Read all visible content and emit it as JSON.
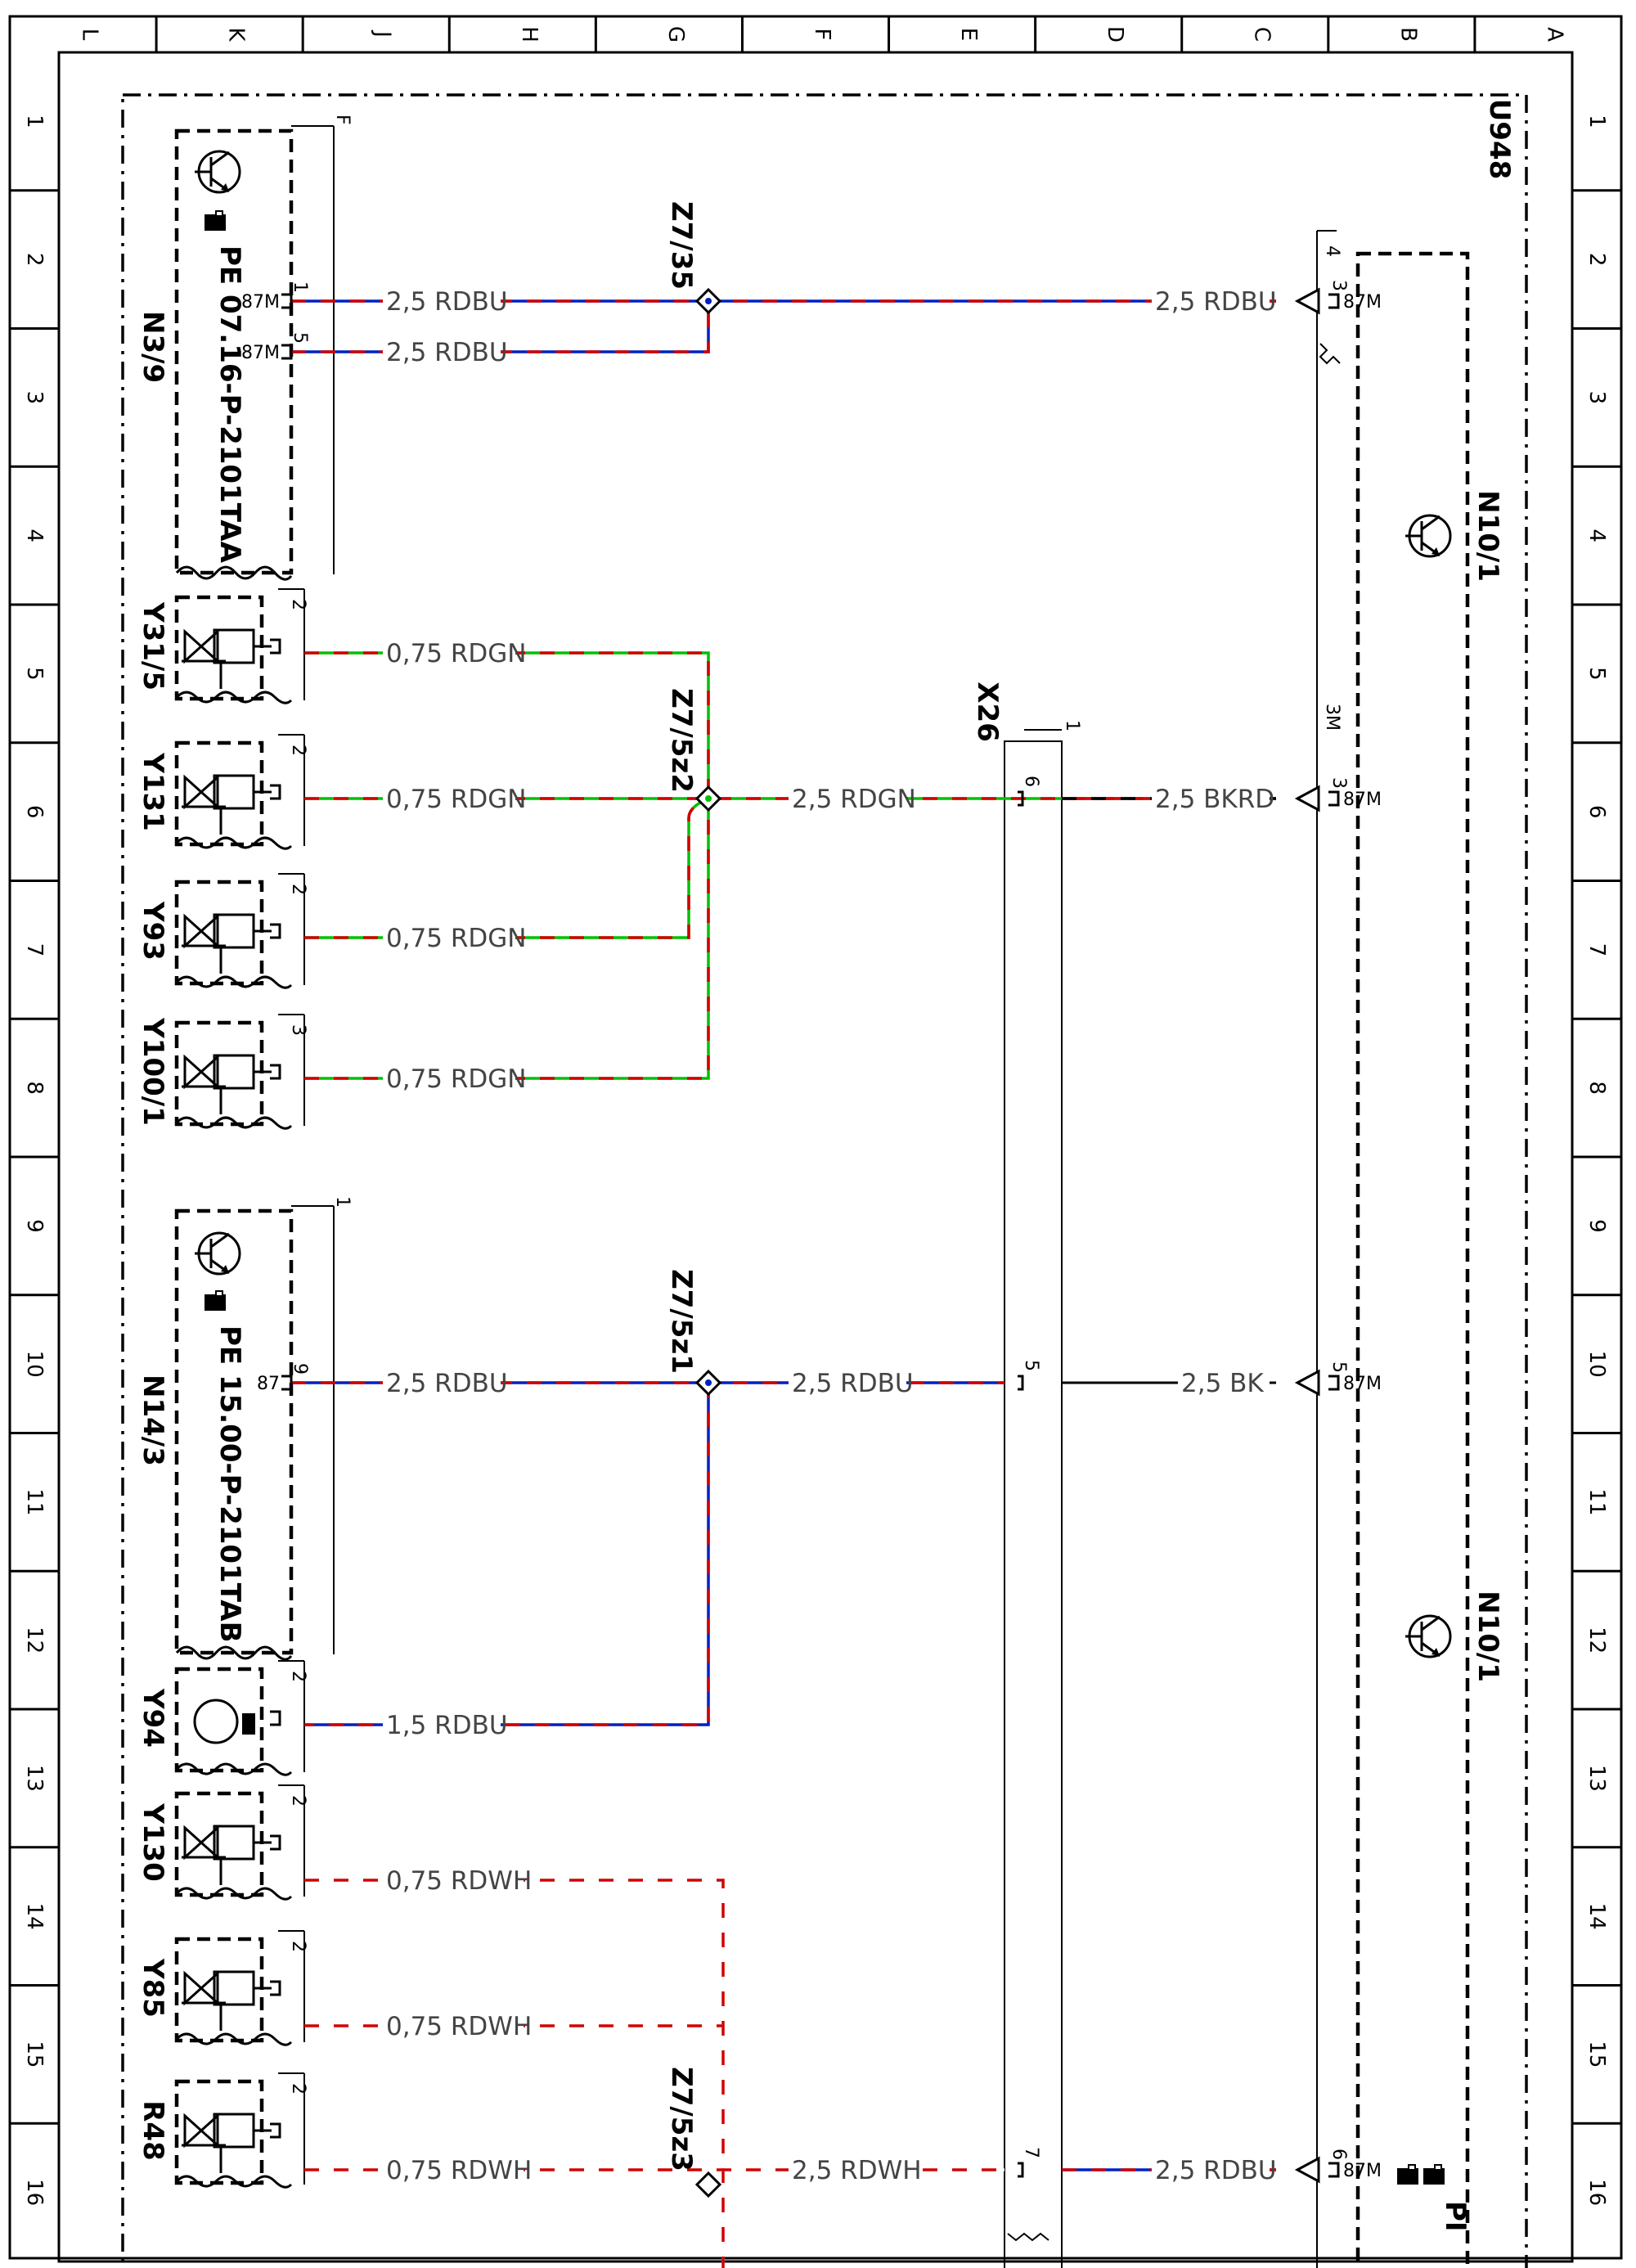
{
  "frame": {
    "columns": [
      "L",
      "K",
      "J",
      "H",
      "G",
      "F",
      "E",
      "D",
      "C",
      "B",
      "A"
    ],
    "rows": [
      "1",
      "2",
      "3",
      "4",
      "5",
      "6",
      "7",
      "8",
      "9",
      "10",
      "11",
      "12",
      "13",
      "14",
      "15",
      "16"
    ]
  },
  "module": {
    "id": "U948"
  },
  "components": [
    {
      "id": "N3/9",
      "label": "PE 07.16-P-2101TAA",
      "group_pin": "F"
    },
    {
      "id": "N14/3",
      "label": "PE 15.00-P-2101TAB",
      "group_pin": "1"
    },
    {
      "id": "Y31/5",
      "pin": "2"
    },
    {
      "id": "Y131",
      "pin": "2"
    },
    {
      "id": "Y93",
      "pin": "2"
    },
    {
      "id": "Y100/1",
      "pin": "3"
    },
    {
      "id": "Y94",
      "pin": "2"
    },
    {
      "id": "Y130",
      "pin": "2"
    },
    {
      "id": "Y85",
      "pin": "2"
    },
    {
      "id": "R48",
      "pin": "2"
    }
  ],
  "splices": [
    "Z7/35",
    "Z7/5z2",
    "Z7/5z1",
    "Z7/5z3"
  ],
  "connector": {
    "id": "X26",
    "group_pin": "1"
  },
  "control_units": [
    {
      "id": "N10/1",
      "group_pin": "4",
      "group_pin2": "3M"
    },
    {
      "id": "N10/1"
    }
  ],
  "pins": {
    "n3_pin1": "1",
    "n3_pin5": "5",
    "n14_pin9": "9",
    "x26_pin6": "6",
    "x26_pin5": "5",
    "x26_pin7": "7",
    "n10_pin3a": "3",
    "n10_pin3b": "3",
    "n10_pin5": "5",
    "n10_pin6": "6",
    "label_87m": "87M",
    "label_87": "87"
  },
  "wires": [
    {
      "label": "2,5 RDBU",
      "colors": [
        "#d00000",
        "#0020c0"
      ]
    },
    {
      "label": "2,5 RDBU",
      "colors": [
        "#d00000",
        "#0020c0"
      ]
    },
    {
      "label": "2,5 RDBU",
      "colors": [
        "#d00000",
        "#0020c0"
      ]
    },
    {
      "label": "0,75 RDGN",
      "colors": [
        "#d00000",
        "#00c000"
      ]
    },
    {
      "label": "0,75 RDGN",
      "colors": [
        "#d00000",
        "#00c000"
      ]
    },
    {
      "label": "0,75 RDGN",
      "colors": [
        "#d00000",
        "#00c000"
      ]
    },
    {
      "label": "0,75 RDGN",
      "colors": [
        "#d00000",
        "#00c000"
      ]
    },
    {
      "label": "2,5 RDGN",
      "colors": [
        "#d00000",
        "#00c000"
      ]
    },
    {
      "label": "2,5 BKRD",
      "colors": [
        "#000000",
        "#d00000"
      ]
    },
    {
      "label": "2,5 RDBU",
      "colors": [
        "#d00000",
        "#0020c0"
      ]
    },
    {
      "label": "2,5 RDBU",
      "colors": [
        "#d00000",
        "#0020c0"
      ]
    },
    {
      "label": "2,5 BK",
      "colors": [
        "#000000"
      ]
    },
    {
      "label": "1,5 RDBU",
      "colors": [
        "#d00000",
        "#0020c0"
      ]
    },
    {
      "label": "0,75 RDWH",
      "colors": [
        "#d00000",
        "#ffffff"
      ]
    },
    {
      "label": "0,75 RDWH",
      "colors": [
        "#d00000",
        "#ffffff"
      ]
    },
    {
      "label": "0,75 RDWH",
      "colors": [
        "#d00000",
        "#ffffff"
      ]
    },
    {
      "label": "2,5 RDWH",
      "colors": [
        "#d00000",
        "#ffffff"
      ]
    },
    {
      "label": "2,5 RDBU",
      "colors": [
        "#d00000",
        "#0020c0"
      ]
    }
  ],
  "footnote_label": "PI"
}
